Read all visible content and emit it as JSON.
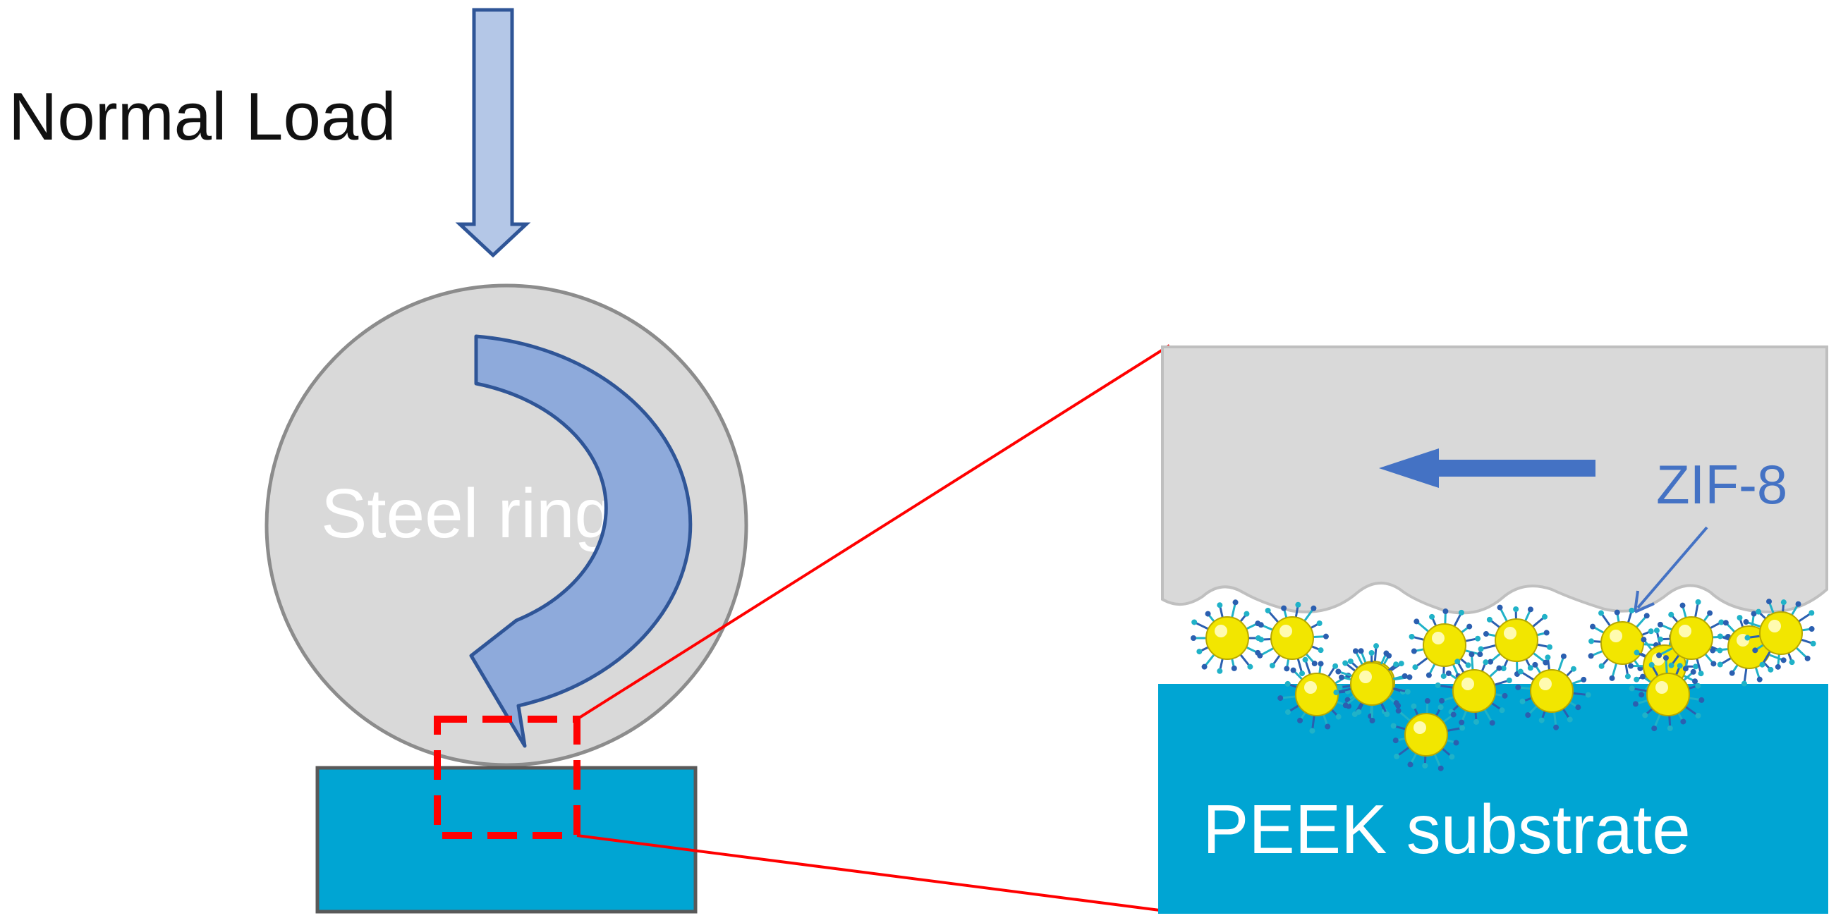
{
  "labels": {
    "normal_load": "Normal Load",
    "steel_ring": "Steel ring",
    "zif8": "ZIF-8",
    "substrate": "PEEK substrate"
  },
  "colors": {
    "steel_gray": "#d9d9d9",
    "steel_outline": "#8c8c8c",
    "arrow_fill": "#8eaadb",
    "arrow_fill_light": "#b4c7e7",
    "arrow_stroke": "#2f5597",
    "substrate": "#00a5d3",
    "zoom_line": "#ff0000",
    "motion_arrow": "#4472c4",
    "particle": "#f2e600",
    "particle_ligand_1": "#20b2c8",
    "particle_ligand_2": "#2b5fb0"
  },
  "icons": {
    "load_arrow": "down-arrow-icon",
    "rotation_arrow": "curved-arrow-icon",
    "motion_arrow": "left-arrow-icon"
  },
  "zif8_particle_count": 16
}
